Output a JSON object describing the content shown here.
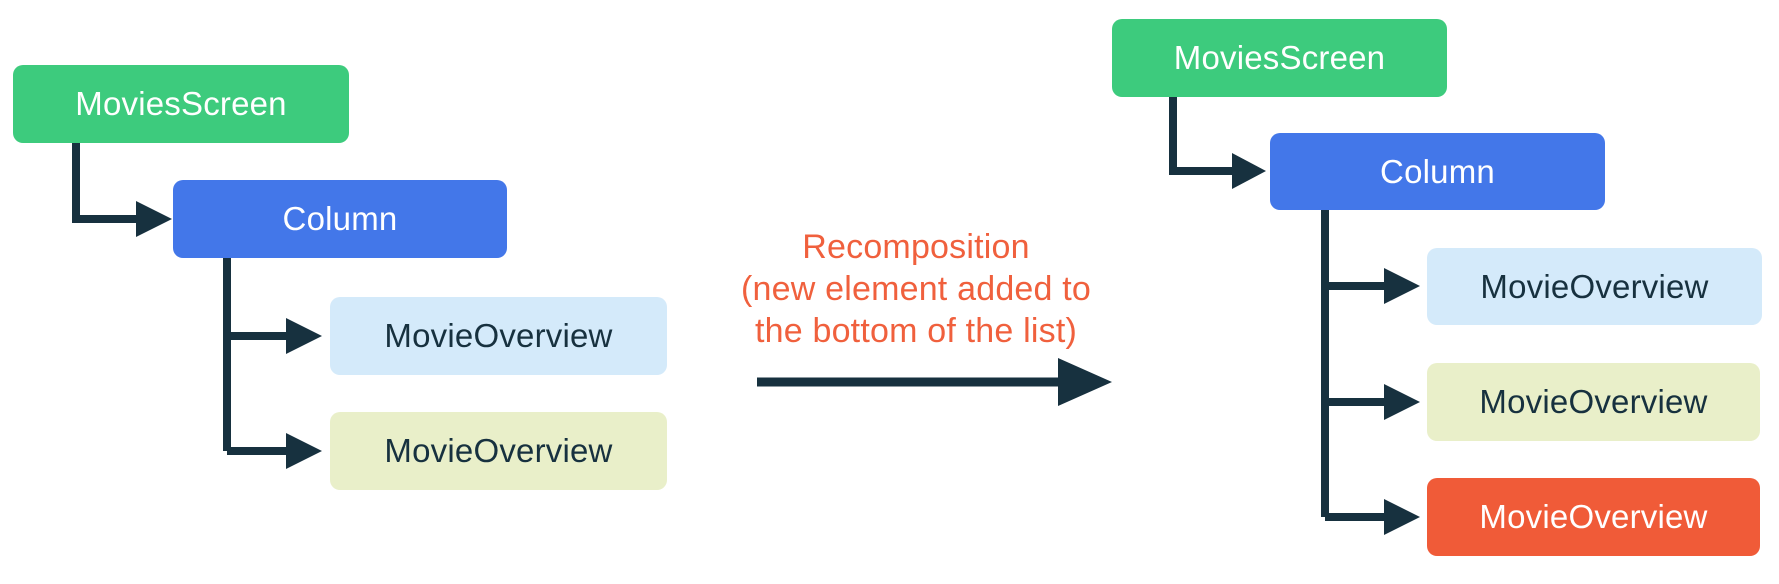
{
  "palette": {
    "green": "#3DCB7D",
    "blue": "#4377E9",
    "light_blue": "#D4EAFA",
    "light_yellow": "#E9EFC9",
    "orange": "#F05B38",
    "dark": "#17313F",
    "caption_orange": "#F0603D",
    "white_text": "#FFFFFF"
  },
  "caption": {
    "lines": [
      "Recomposition",
      "(new element added to",
      "the bottom of the list)"
    ]
  },
  "trees": {
    "left": {
      "name": "before-recomposition",
      "nodes": [
        {
          "id": "movies-screen",
          "label": "MoviesScreen"
        },
        {
          "id": "column",
          "label": "Column"
        },
        {
          "id": "movie-overview-1",
          "label": "MovieOverview"
        },
        {
          "id": "movie-overview-2",
          "label": "MovieOverview"
        }
      ]
    },
    "right": {
      "name": "after-recomposition",
      "nodes": [
        {
          "id": "movies-screen",
          "label": "MoviesScreen"
        },
        {
          "id": "column",
          "label": "Column"
        },
        {
          "id": "movie-overview-1",
          "label": "MovieOverview"
        },
        {
          "id": "movie-overview-2",
          "label": "MovieOverview"
        },
        {
          "id": "movie-overview-3",
          "label": "MovieOverview",
          "status": "new"
        }
      ]
    }
  }
}
